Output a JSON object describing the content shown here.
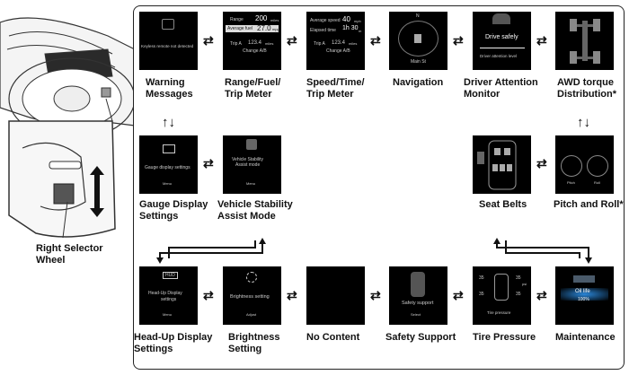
{
  "wheel": {
    "label_line1": "Right Selector",
    "label_line2": "Wheel"
  },
  "screens": [
    {
      "id": "warning",
      "caption": [
        "Warning",
        "Messages"
      ],
      "text": [
        "Keyless remote not detected"
      ]
    },
    {
      "id": "range",
      "caption": [
        "Range/Fuel/",
        "Trip Meter"
      ],
      "text": [
        "Range",
        "200",
        "miles",
        "Average fuel",
        "27.0",
        "mpg",
        "Trip A",
        "123.4",
        "miles",
        "Change A/B"
      ]
    },
    {
      "id": "speed",
      "caption": [
        "Speed/Time/",
        "Trip Meter"
      ],
      "text": [
        "Average speed",
        "40",
        "mph",
        "Elapsed time",
        "1h 30",
        "m",
        "Trip A",
        "123.4",
        "miles",
        "Change A/B"
      ]
    },
    {
      "id": "navigation",
      "caption": [
        "Navigation"
      ],
      "text": [
        "N",
        "Main St"
      ]
    },
    {
      "id": "driver",
      "caption": [
        "Driver Attention",
        "Monitor"
      ],
      "text": [
        "Drive safely",
        "Driver attention level"
      ]
    },
    {
      "id": "awd",
      "caption": [
        "AWD torque",
        "Distribution*"
      ],
      "text": []
    },
    {
      "id": "gauge",
      "caption": [
        "Gauge Display",
        "Settings"
      ],
      "text": [
        "Gauge display settings",
        "Menu"
      ]
    },
    {
      "id": "vsa",
      "caption": [
        "Vehicle Stability",
        "Assist Mode"
      ],
      "text": [
        "Vehicle Stability",
        "Assist mode",
        "Menu"
      ]
    },
    {
      "id": "seatbelts",
      "caption": [
        "Seat Belts"
      ],
      "text": []
    },
    {
      "id": "pitch",
      "caption": [
        "Pitch and Roll*"
      ],
      "text": [
        "Pitch",
        "Roll"
      ]
    },
    {
      "id": "hud",
      "caption": [
        "Head-Up Display",
        "Settings"
      ],
      "text": [
        "HUD",
        "Head-Up Display",
        "settings",
        "Menu"
      ]
    },
    {
      "id": "brightness",
      "caption": [
        "Brightness",
        "Setting"
      ],
      "text": [
        "Brightness setting",
        "Adjust"
      ]
    },
    {
      "id": "nocontent",
      "caption": [
        "No Content"
      ],
      "text": []
    },
    {
      "id": "safety",
      "caption": [
        "Safety Support"
      ],
      "text": [
        "Safety support",
        "Select"
      ]
    },
    {
      "id": "tire",
      "caption": [
        "Tire Pressure"
      ],
      "text": [
        "35",
        "35",
        "psi",
        "35",
        "35",
        "Tire pressure"
      ]
    },
    {
      "id": "maintenance",
      "caption": [
        "Maintenance"
      ],
      "text": [
        "Oil life",
        "100%"
      ]
    }
  ],
  "arrows": {
    "horizontal": "⇄",
    "vertical": "↑↓"
  },
  "colors": {
    "screen_bg": "#000000",
    "border": "#222222",
    "highlight": "#2a86d8"
  }
}
